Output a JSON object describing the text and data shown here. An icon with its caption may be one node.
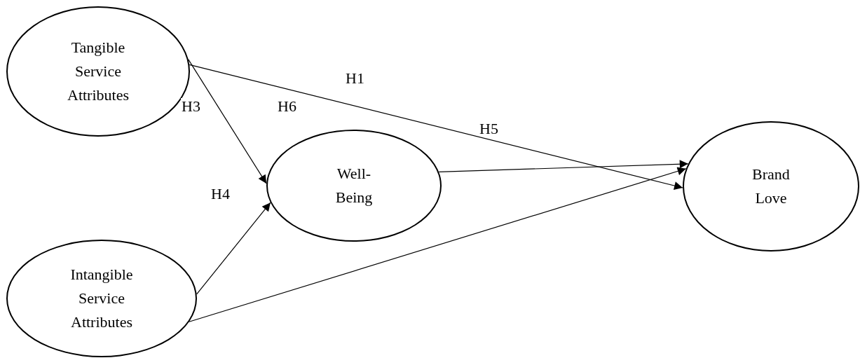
{
  "diagram": {
    "nodes": [
      {
        "text": [
          "Tangible Service Attributes"
        ]
      },
      {
        "text": [
          "Intangible Service Attributes"
        ]
      },
      {
        "text": [
          "Well-Being"
        ]
      },
      {
        "text": [
          "Brand Love"
        ]
      }
    ],
    "edges": [
      {
        "from": 0,
        "to": 3,
        "arrow": "to"
      },
      {
        "from": 0,
        "to": 2,
        "arrow": "to",
        "label": "H3"
      },
      {
        "from": 1,
        "to": 2,
        "arrow": "to",
        "label": "H4"
      },
      {
        "from": 2,
        "to": 3,
        "arrow": "to"
      },
      {
        "from": 1,
        "to": 3,
        "arrow": "to"
      }
    ],
    "labels": [
      "H1",
      "H6",
      "H5"
    ]
  }
}
